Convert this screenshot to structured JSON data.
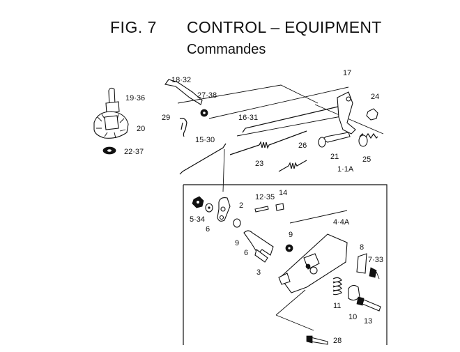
{
  "header": {
    "fig_label": "FIG.  7",
    "title": "CONTROL – EQUIPMENT",
    "subtitle": "Commandes"
  },
  "callouts": [
    "19·36",
    "20",
    "22·37",
    "18·32",
    "27·38",
    "29",
    "16·31",
    "15·30",
    "23",
    "26",
    "17",
    "24",
    "21",
    "25",
    "1·1A",
    "2",
    "12·35",
    "14",
    "5·34",
    "6",
    "9",
    "6",
    "9",
    "3",
    "4·4A",
    "8",
    "7·33",
    "11",
    "10",
    "13",
    "28"
  ]
}
